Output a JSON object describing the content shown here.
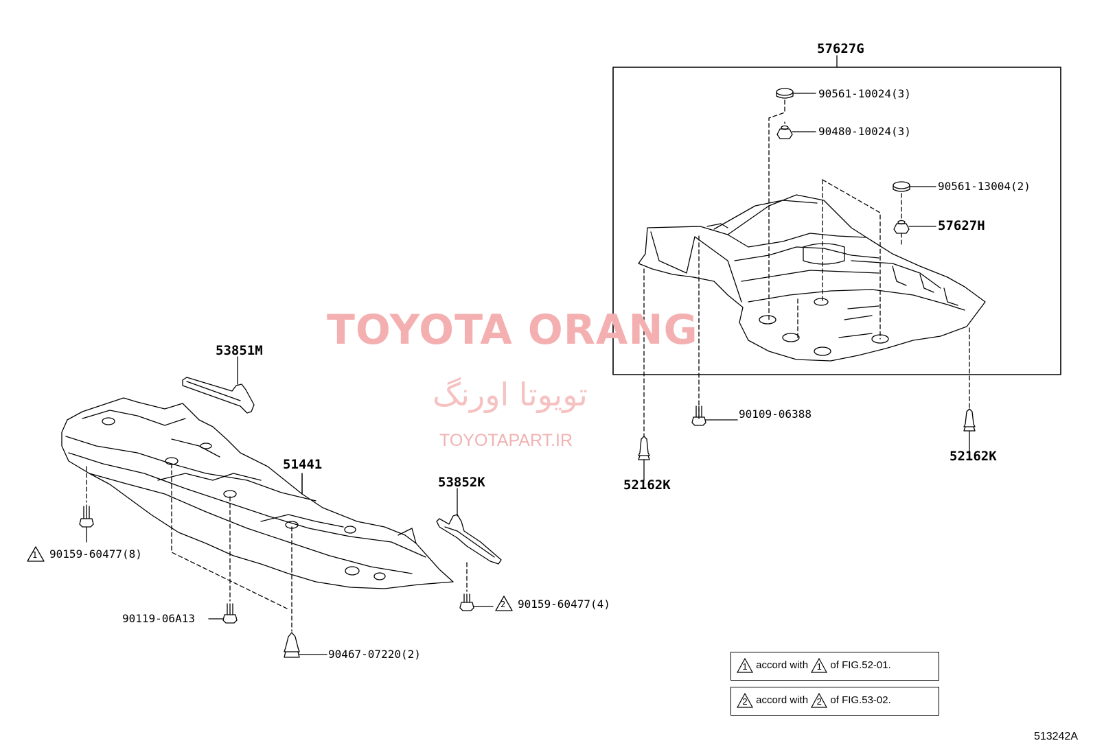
{
  "watermark": {
    "title": "TOYOTA ORANG",
    "persian": "تویوتا اورنگ",
    "url": "TOYOTAPART.IR"
  },
  "parts": {
    "p57627G": "57627G",
    "p90561_10024": "90561-10024(3)",
    "p90480_10024": "90480-10024(3)",
    "p90561_13004": "90561-13004(2)",
    "p57627H": "57627H",
    "p90109_06388": "90109-06388",
    "p52162K_right": "52162K",
    "p52162K_left": "52162K",
    "p53851M": "53851M",
    "p51441": "51441",
    "p53852K": "53852K",
    "p90159_60477_8": "90159-60477(8)",
    "p90159_60477_4": "90159-60477(4)",
    "p90119_06A13": "90119-06A13",
    "p90467_07220": "90467-07220(2)"
  },
  "markers": {
    "one": "1",
    "two": "2"
  },
  "legend": [
    {
      "mark": "1",
      "text_a": "accord with",
      "mark2": "1",
      "text_b": "of FIG.52-01."
    },
    {
      "mark": "2",
      "text_a": "accord with",
      "mark2": "2",
      "text_b": "of FIG.53-02."
    }
  ],
  "figure_code": "513242A"
}
